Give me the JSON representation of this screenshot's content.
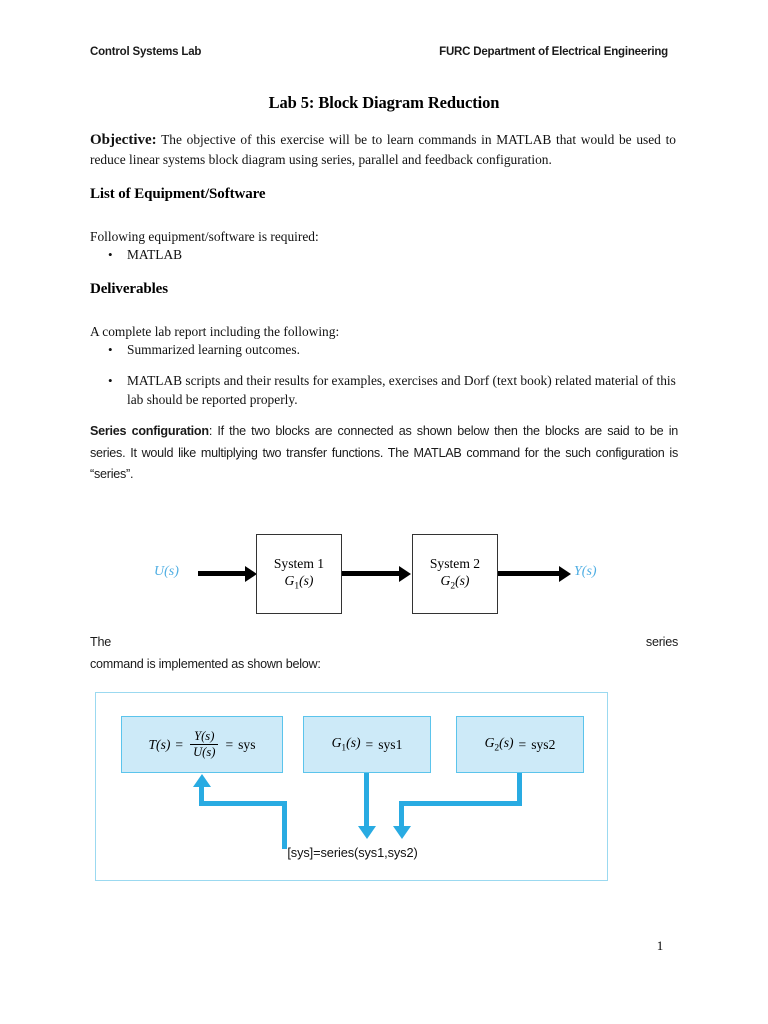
{
  "header": {
    "left": "Control Systems Lab",
    "right": "FURC Department of Electrical Engineering"
  },
  "title": "Lab 5: Block Diagram Reduction",
  "objective": {
    "label": "Objective:",
    "text": " The objective of this exercise will be to learn commands in MATLAB that would be used to reduce linear systems block diagram using series, parallel and feedback configuration."
  },
  "equipment": {
    "heading": "List of Equipment/Software",
    "intro": "Following equipment/software is required:",
    "items": [
      "MATLAB"
    ]
  },
  "deliverables": {
    "heading": "Deliverables",
    "intro": "A complete lab report including the following:",
    "items": [
      "Summarized learning outcomes.",
      "MATLAB scripts and their results for examples, exercises and Dorf (text book) related material of this lab should be reported properly."
    ]
  },
  "series_config": {
    "label": "Series configuration",
    "text": ": If the two blocks are connected as shown below then the blocks are said to be in series. It would like multiplying two transfer functions. The MATLAB command for the such configuration is “series”."
  },
  "block_diagram": {
    "input_label": "U(s)",
    "output_label": "Y(s)",
    "blocks": [
      {
        "title": "System 1",
        "transfer": "G",
        "subscript": "1",
        "transfer_suffix": "(s)"
      },
      {
        "title": "System 2",
        "transfer": "G",
        "subscript": "2",
        "transfer_suffix": "(s)"
      }
    ],
    "io_color": "#4FAEE3"
  },
  "caption_line": {
    "word_left": "The",
    "word_right": "series",
    "second_line": "command is implemented as shown below:"
  },
  "flowchart": {
    "box_t": {
      "lhs": "T(s)",
      "eq1": "=",
      "numerator": "Y(s)",
      "denominator": "U(s)",
      "eq2": "=",
      "rhs": "sys"
    },
    "box_g1": {
      "symbol": "G",
      "subscript": "1",
      "suffix": "(s)",
      "eq": "=",
      "rhs": "sys1"
    },
    "box_g2": {
      "symbol": "G",
      "subscript": "2",
      "suffix": "(s)",
      "eq": "=",
      "rhs": "sys2"
    },
    "caption": "[sys]=series(sys1,sys2)",
    "colors": {
      "box_fill": "#CDEAF8",
      "box_border": "#5BC4EC",
      "arrow": "#29ABE2",
      "panel_border": "#9BD9F0"
    }
  },
  "page_number": "1"
}
